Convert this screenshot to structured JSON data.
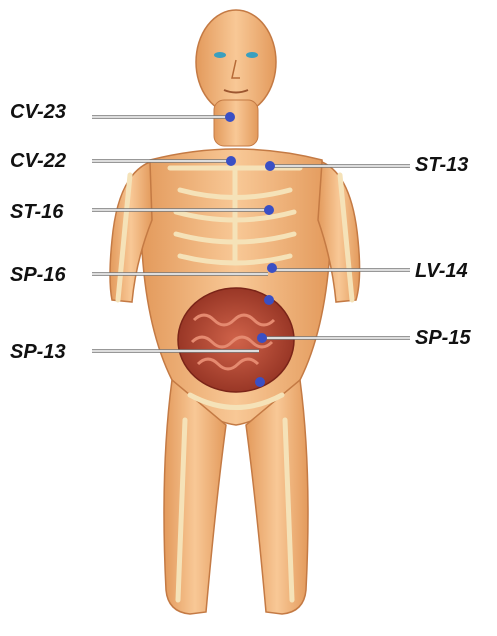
{
  "points": [
    {
      "id": "cv23",
      "label": "CV-23",
      "side": "left"
    },
    {
      "id": "cv22",
      "label": "CV-22",
      "side": "left"
    },
    {
      "id": "st16",
      "label": "ST-16",
      "side": "left"
    },
    {
      "id": "sp16",
      "label": "SP-16",
      "side": "left"
    },
    {
      "id": "sp13",
      "label": "SP-13",
      "side": "left"
    },
    {
      "id": "st13",
      "label": "ST-13",
      "side": "right"
    },
    {
      "id": "lv14",
      "label": "LV-14",
      "side": "right"
    },
    {
      "id": "sp15",
      "label": "SP-15",
      "side": "right"
    }
  ],
  "colors": {
    "skin": "#f2b27a",
    "skin_dark": "#d98a4e",
    "bone": "#f3dcae",
    "intestine": "#b8442e",
    "point": "#3a4fc4",
    "leader_line": "#ffffff"
  }
}
